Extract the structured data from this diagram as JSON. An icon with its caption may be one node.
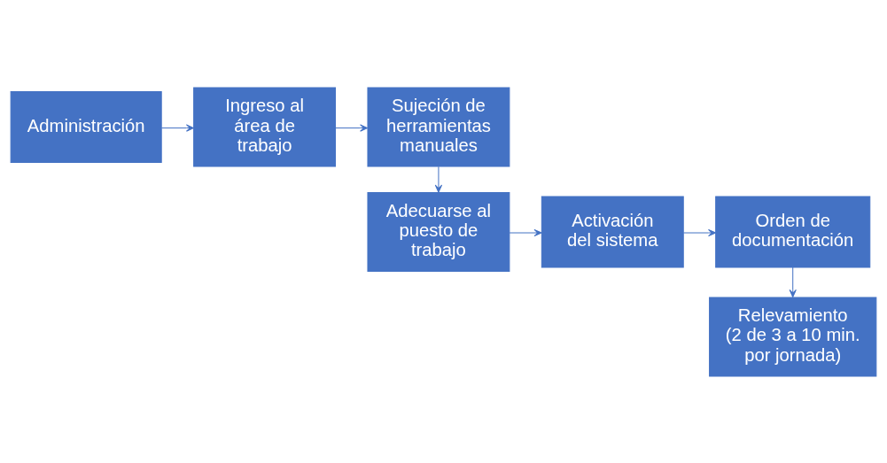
{
  "diagram": {
    "nodes": [
      {
        "text": [
          "Administración"
        ]
      },
      {
        "text": [
          "Ingreso al área de trabajo"
        ]
      },
      {
        "text": [
          "Sujeción de herramientas manuales"
        ]
      },
      {
        "text": [
          "Adecuarse al puesto de trabajo"
        ]
      },
      {
        "text": [
          "Activación del sistema"
        ]
      },
      {
        "text": [
          "Orden de documentación"
        ]
      },
      {
        "text": [
          "Relevamiento",
          "(2 de 3 a 10 min. por jornada)"
        ]
      }
    ],
    "edges": [
      {
        "from": 0,
        "to": 1,
        "arrow": "to"
      },
      {
        "from": 1,
        "to": 2,
        "arrow": "to"
      },
      {
        "from": 2,
        "to": 3,
        "arrow": "to"
      },
      {
        "from": 3,
        "to": 4,
        "arrow": "to"
      },
      {
        "from": 4,
        "to": 5,
        "arrow": "to"
      },
      {
        "from": 5,
        "to": 6,
        "arrow": "to"
      }
    ]
  }
}
